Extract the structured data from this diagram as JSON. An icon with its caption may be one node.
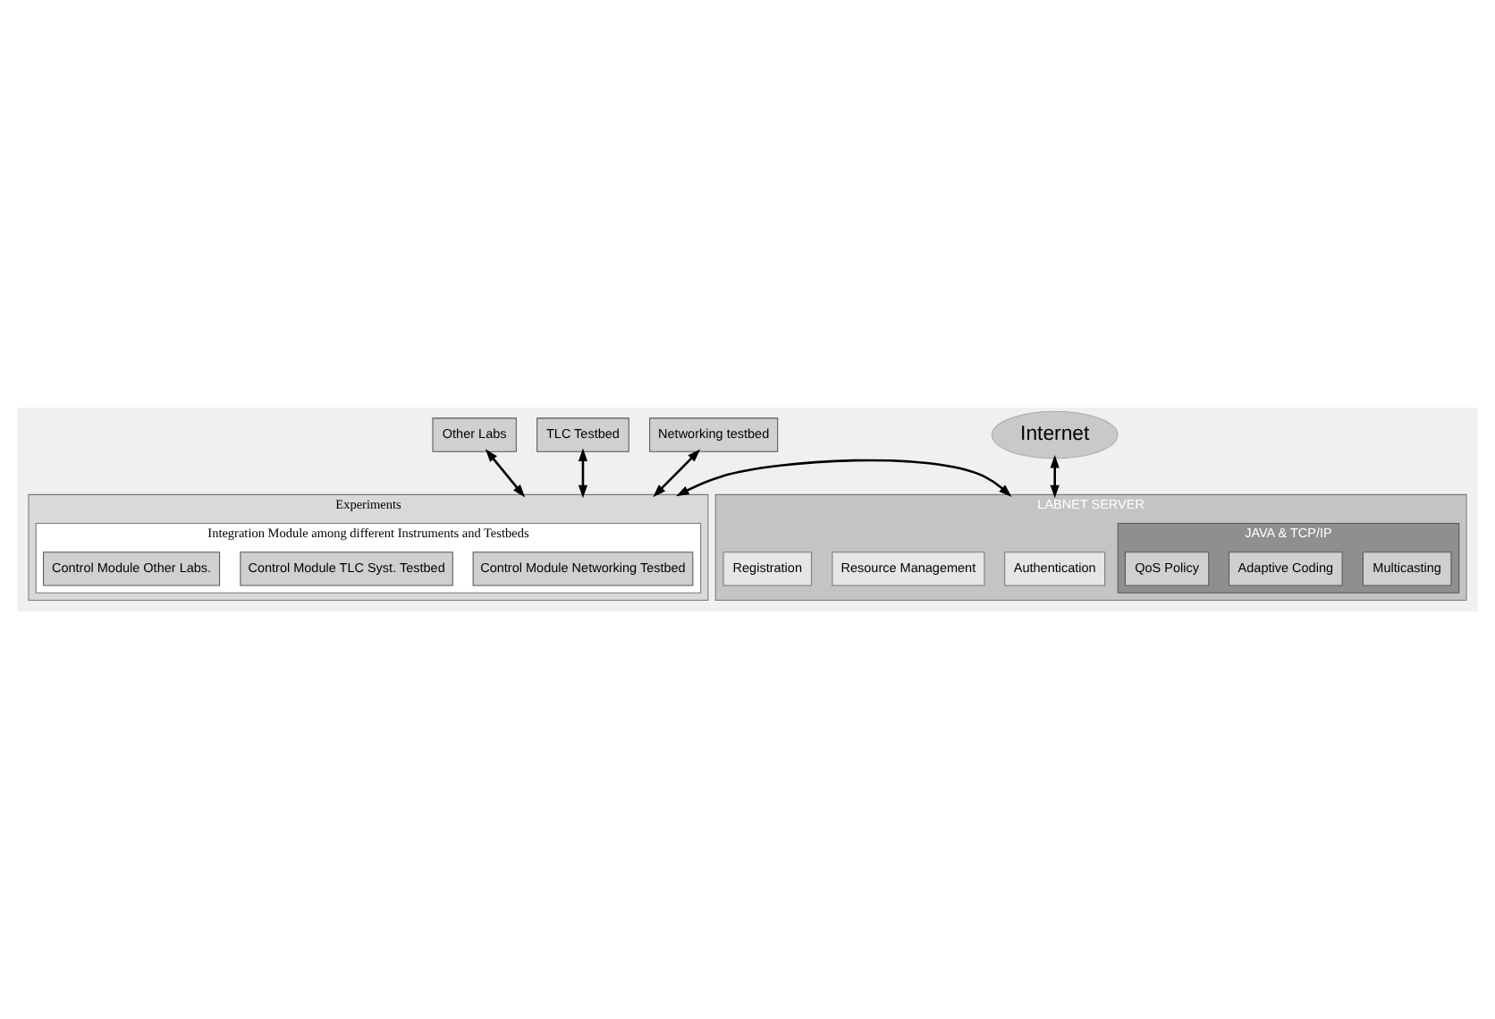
{
  "diagram": {
    "nodes": [
      {
        "text": [
          "Other Labs"
        ]
      },
      {
        "text": [
          "TLC Testbed"
        ]
      },
      {
        "text": [
          "Networking testbed"
        ]
      },
      {
        "text": [
          "Internet"
        ]
      },
      {
        "text": [
          "Experiments"
        ]
      },
      {
        "text": [
          "Integration Module among different Instruments and Testbeds"
        ],
        "in": 4
      },
      {
        "text": [
          "Control Module Networking Testbed"
        ],
        "in": 5
      },
      {
        "text": [
          "Control Module TLC Syst. Testbed"
        ],
        "in": 5
      },
      {
        "text": [
          "Control Module Other Labs."
        ],
        "in": 5
      },
      {
        "text": [
          "LABNET SERVER"
        ]
      },
      {
        "text": [
          "Authentication"
        ],
        "in": 9
      },
      {
        "text": [
          "Resource Management"
        ],
        "in": 9
      },
      {
        "text": [
          "Registration"
        ],
        "in": 9
      },
      {
        "text": [
          "JAVA & TCP/IP"
        ],
        "in": 9
      },
      {
        "text": [
          "Multicasting"
        ],
        "in": 13
      },
      {
        "text": [
          "Adaptive Coding"
        ],
        "in": 13
      },
      {
        "text": [
          "QoS Policy"
        ],
        "in": 13
      }
    ],
    "edges": [
      {
        "from": 4,
        "to": 0,
        "arrow": "both"
      },
      {
        "from": 4,
        "to": 1,
        "arrow": "both"
      },
      {
        "from": 4,
        "to": 2,
        "arrow": "both"
      },
      {
        "from": 9,
        "to": 3,
        "arrow": "both"
      },
      {
        "from": 4,
        "to": 9,
        "arrow": "both"
      }
    ]
  }
}
